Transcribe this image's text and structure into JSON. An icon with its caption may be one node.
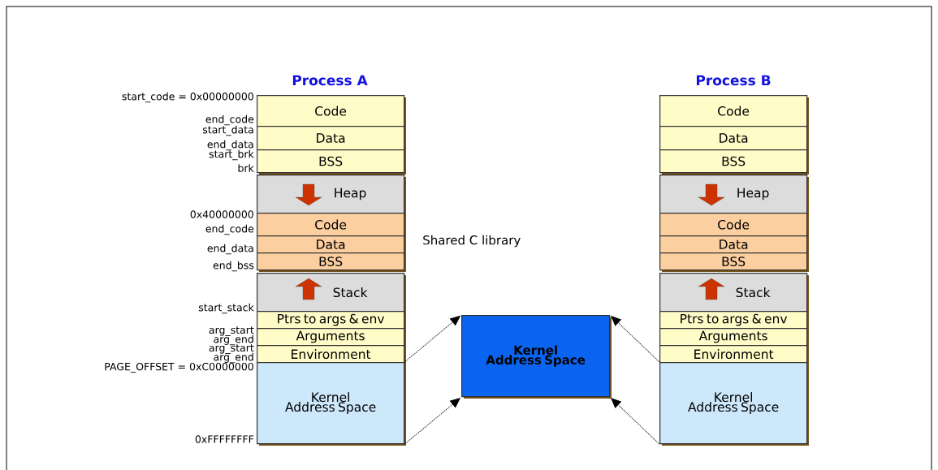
{
  "diagram": {
    "nodes": [
      {
        "text": [
          "Code"
        ]
      },
      {
        "text": [
          "Data"
        ]
      },
      {
        "text": [
          "BSS"
        ]
      },
      {
        "text": [
          "Heap"
        ]
      },
      {
        "text": [
          "Code"
        ]
      },
      {
        "text": [
          "Data"
        ]
      },
      {
        "text": [
          "BSS"
        ]
      },
      {
        "text": [
          "Stack"
        ]
      },
      {
        "text": [
          "Ptrs to args & env"
        ]
      },
      {
        "text": [
          "Arguments"
        ]
      },
      {
        "text": [
          "Environment"
        ]
      },
      {
        "text": [
          "Kernel Address Space"
        ]
      },
      {
        "text": [
          "Code"
        ]
      },
      {
        "text": [
          "Data"
        ]
      },
      {
        "text": [
          "BSS"
        ]
      },
      {
        "text": [
          "Heap"
        ]
      },
      {
        "text": [
          "Code"
        ]
      },
      {
        "text": [
          "Data"
        ]
      },
      {
        "text": [
          "BSS"
        ]
      },
      {
        "text": [
          "Stack"
        ]
      },
      {
        "text": [
          "Ptrs to args & env"
        ]
      },
      {
        "text": [
          "Arguments"
        ]
      },
      {
        "text": [
          "Environment"
        ]
      },
      {
        "text": [
          "Kernel Address Space"
        ]
      },
      {
        "text": [
          "Kernel Address Space"
        ]
      }
    ],
    "edges": [
      {
        "from": 11,
        "to": 24,
        "arrow": "to",
        "style": "dashed"
      },
      {
        "from": 11,
        "to": 24,
        "arrow": "to",
        "style": "dashed"
      },
      {
        "from": 23,
        "to": 24,
        "arrow": "to",
        "style": "dashed"
      },
      {
        "from": 23,
        "to": 24,
        "arrow": "to",
        "style": "dashed"
      }
    ],
    "labels": [
      "Process A",
      "Process B",
      "start_code = 0x00000000",
      "end_code",
      "start_data",
      "end_data",
      "start_brk",
      "brk",
      "0x40000000",
      "end_code",
      "end_data",
      "Shared C library",
      "end_bss",
      "start_stack",
      "arg_start",
      "arg_end",
      "arg_start",
      "arg_end",
      "PAGE_OFFSET = 0xC0000000",
      "0xFFFFFFFF"
    ]
  }
}
